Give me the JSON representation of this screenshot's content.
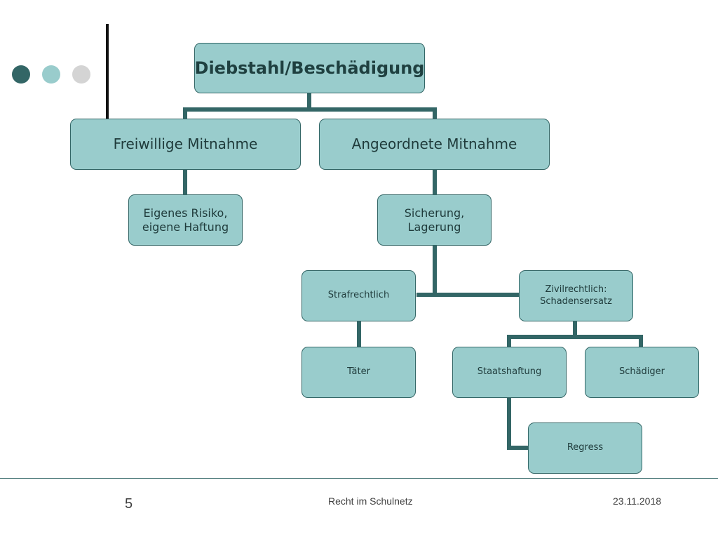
{
  "colors": {
    "box_fill": "#99cccc",
    "box_border": "#336666",
    "connector": "#336666",
    "dots": [
      "#336666",
      "#99cccc",
      "#d4d4d4"
    ]
  },
  "diagram": {
    "root": "Diebstahl/Beschädigung",
    "freiwillig": "Freiwillige Mitnahme",
    "angeordnet": "Angeordnete Mitnahme",
    "eigenes_risiko": "Eigenes Risiko,\neigene Haftung",
    "sicherung": "Sicherung,\nLagerung",
    "strafrechtlich": "Strafrechtlich",
    "zivilrechtlich": "Zivilrechtlich:\nSchadensersatz",
    "taeter": "Täter",
    "staatshaftung": "Staatshaftung",
    "schaediger": "Schädiger",
    "regress": "Regress"
  },
  "footer": {
    "page_number": "5",
    "title": "Recht im Schulnetz",
    "date": "23.11.2018"
  }
}
